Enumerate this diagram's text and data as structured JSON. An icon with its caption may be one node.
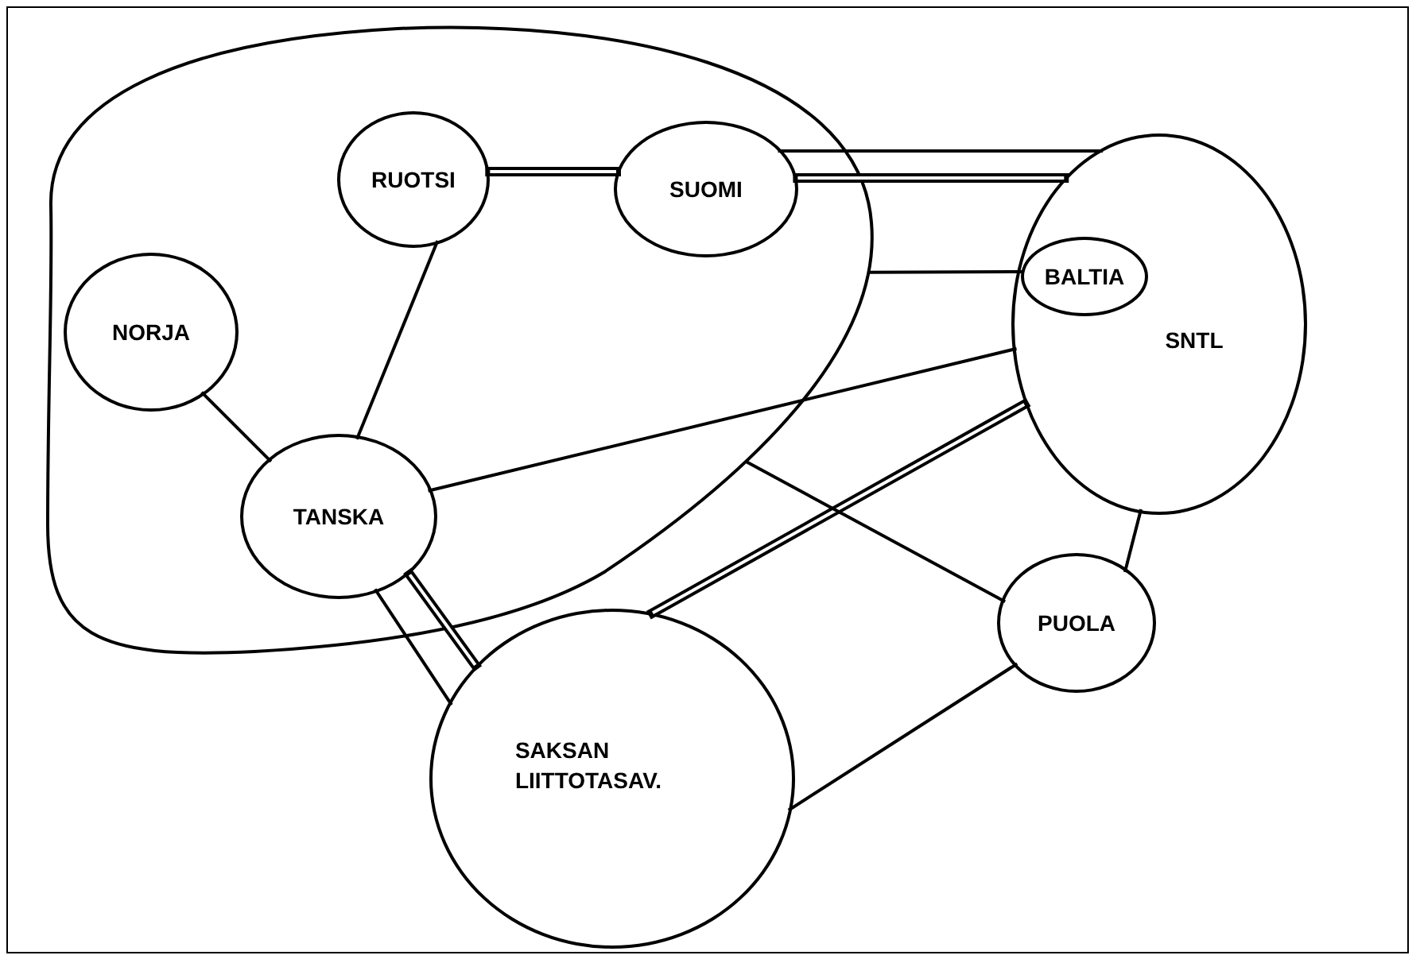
{
  "diagram": {
    "nodes": [
      {
        "text": [],
        "shape": "cloud"
      },
      {
        "text": [
          "RUOTSI"
        ],
        "in": 0
      },
      {
        "text": [
          "SUOMI"
        ],
        "in": 0
      },
      {
        "text": [
          "NORJA"
        ],
        "in": 0
      },
      {
        "text": [
          "TANSKA"
        ],
        "in": 0
      },
      {
        "text": [
          "SNTL"
        ]
      },
      {
        "text": [
          "BALTIA"
        ],
        "in": 5
      },
      {
        "text": [
          "PUOLA"
        ]
      },
      {
        "text": [
          "SAKSAN LIITTOTASAV."
        ]
      }
    ],
    "edges": [
      {
        "from": 1,
        "to": 2,
        "arrow": "none",
        "style": "thick"
      },
      {
        "from": 2,
        "to": 5,
        "arrow": "none"
      },
      {
        "from": 2,
        "to": 5,
        "arrow": "none",
        "style": "thick"
      },
      {
        "from": 0,
        "to": 6,
        "arrow": "none"
      },
      {
        "from": 3,
        "to": 4,
        "arrow": "none"
      },
      {
        "from": 1,
        "to": 4,
        "arrow": "none"
      },
      {
        "from": 4,
        "to": 5,
        "arrow": "none"
      },
      {
        "from": 4,
        "to": 8,
        "arrow": "none"
      },
      {
        "from": 4,
        "to": 8,
        "arrow": "none",
        "style": "thick"
      },
      {
        "from": 8,
        "to": 5,
        "arrow": "none",
        "style": "thick"
      },
      {
        "from": 0,
        "to": 7,
        "arrow": "none"
      },
      {
        "from": 5,
        "to": 7,
        "arrow": "none"
      },
      {
        "from": 7,
        "to": 8,
        "arrow": "none"
      }
    ]
  }
}
